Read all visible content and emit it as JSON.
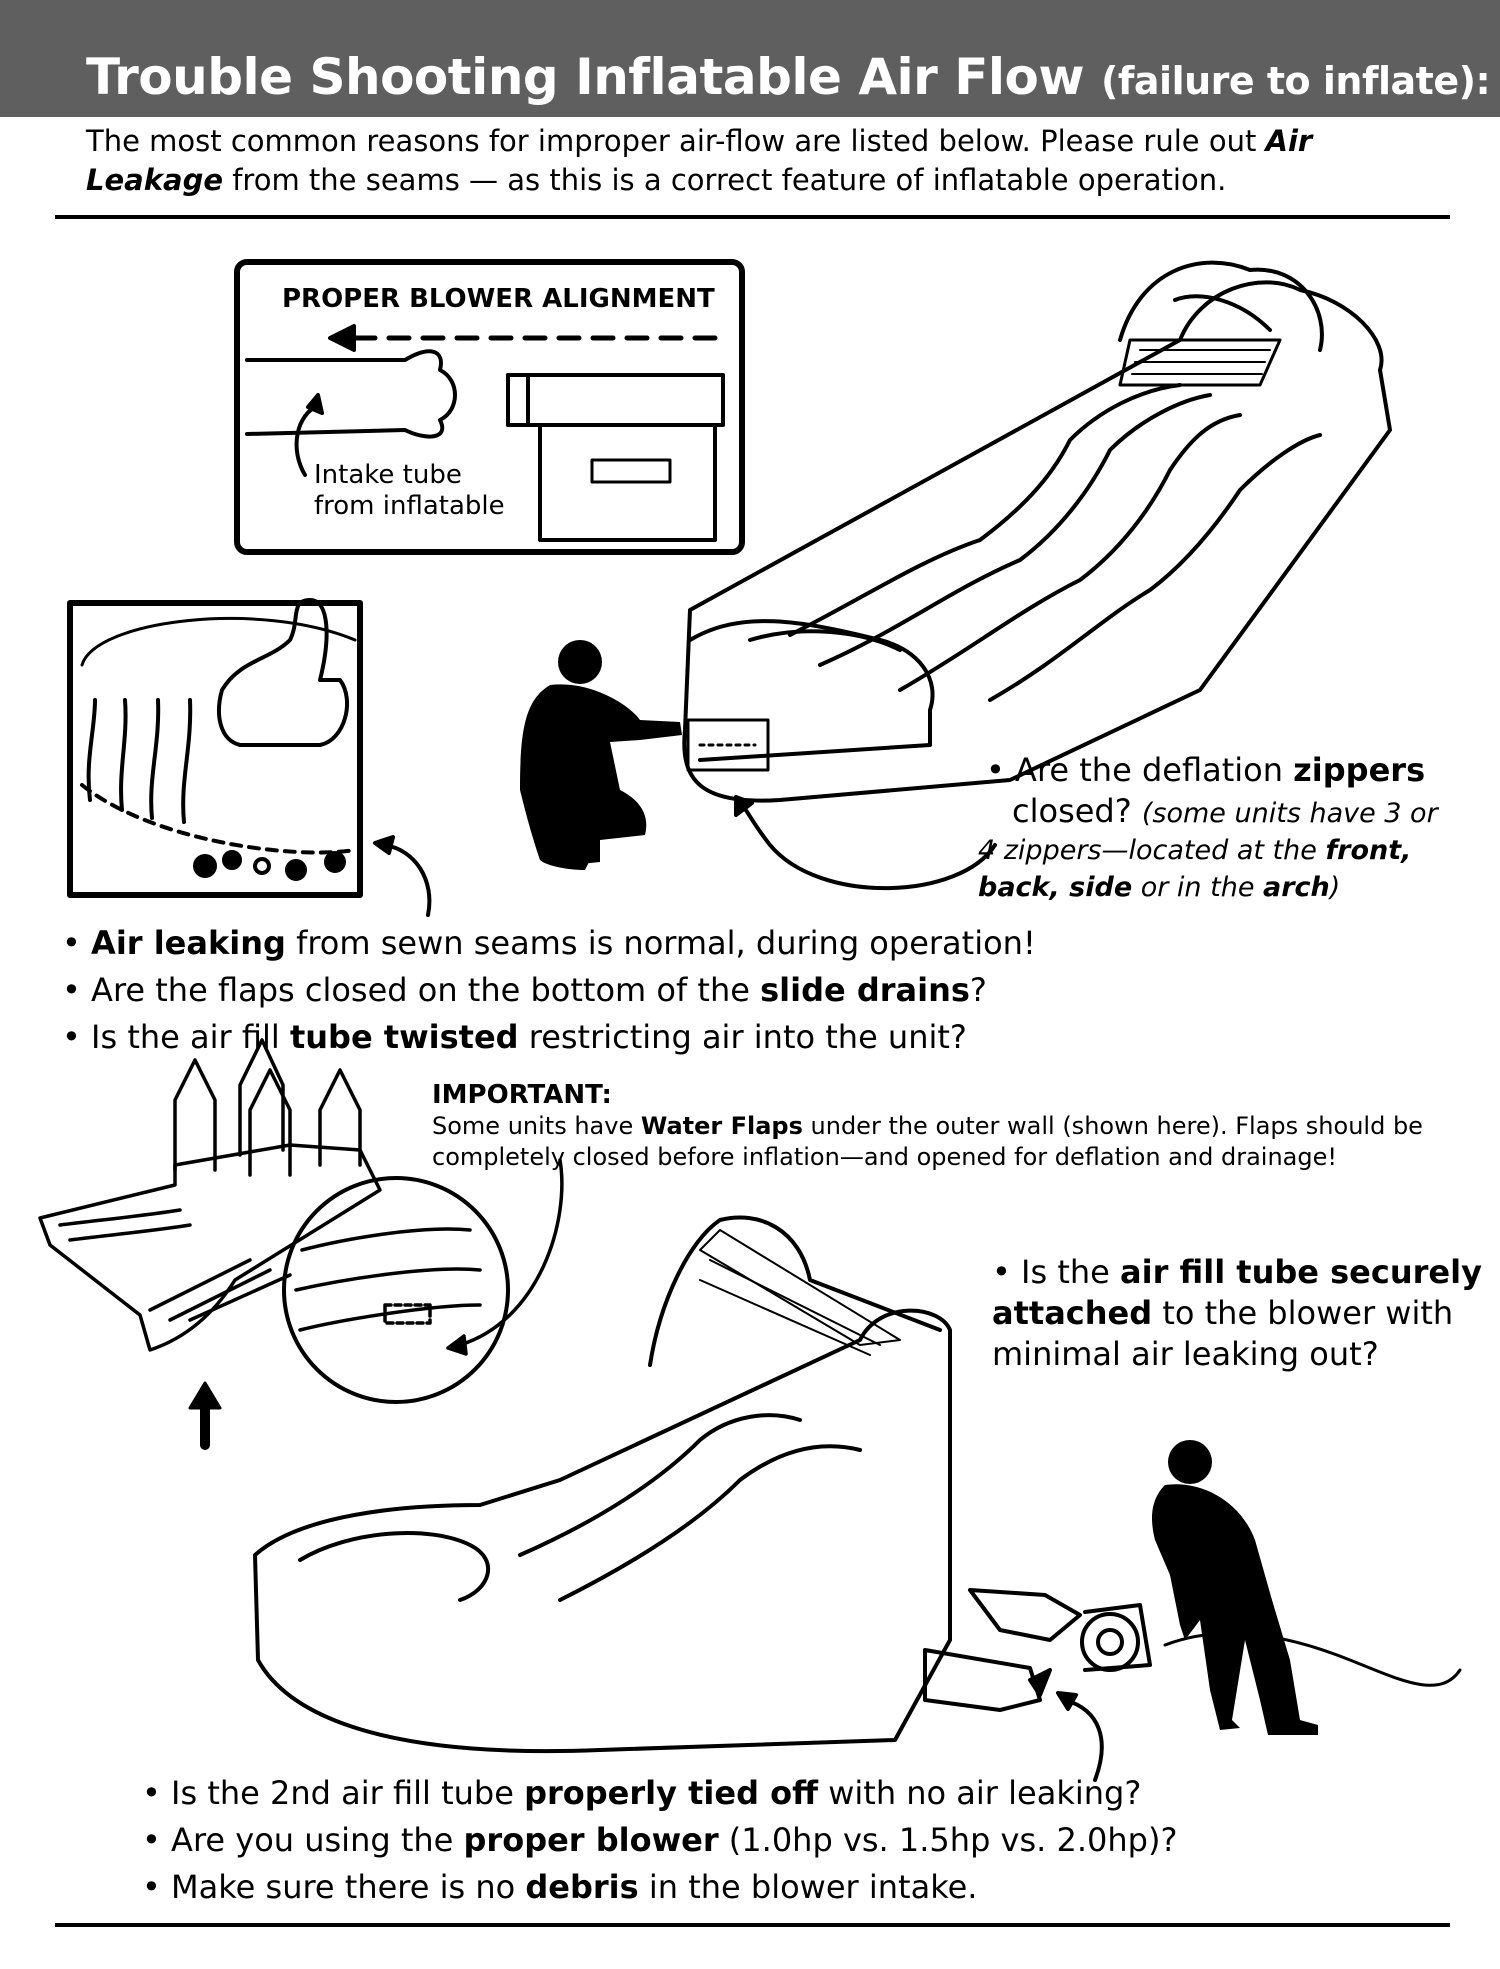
{
  "header": {
    "title_main": "Trouble Shooting Inflatable Air Flow",
    "title_sub": "(failure to inflate):"
  },
  "intro": {
    "text_1": "The most common reasons for improper air-flow are listed below. Please rule out ",
    "emphasis": "Air Leakage",
    "text_2": " from the seams — as this is a correct feature of inflatable operation."
  },
  "blower_alignment": {
    "title": "PROPER BLOWER ALIGNMENT",
    "intake_line1": "Intake tube",
    "intake_line2": "from inflatable"
  },
  "zippers": {
    "t1": "Are the deflation ",
    "b1": "zippers",
    "t2": "closed?",
    "note_1": "(some units have 3 or",
    "note_2": "4 zippers—located at the ",
    "note_b1": "front,",
    "note_b2": "back, side",
    "note_3": " or in the ",
    "note_b3": "arch",
    "note_4": ")"
  },
  "bullets_middle": [
    {
      "b": "Air leaking",
      "t": " from sewn seams is normal, during operation!"
    },
    {
      "p": "Are the flaps closed on the bottom of the ",
      "b": "slide drains",
      "t": "?"
    },
    {
      "p": "Is the air fill ",
      "b": "tube twisted",
      "t": " restricting air into the unit?"
    }
  ],
  "important": {
    "heading": "IMPORTANT:",
    "t1": "Some units have ",
    "b1": "Water Flaps",
    "t2": " under the outer wall (shown here).  Flaps should be completely closed before inflation—and opened for deflation and drainage!"
  },
  "attach": {
    "t1": "Is the ",
    "b1": "air fill tube securely attached",
    "t2": " to the blower with minimal air leaking out?"
  },
  "bullets_bottom": [
    {
      "p": "Is the 2nd air fill tube ",
      "b": "properly tied off",
      "t": " with no air leaking?"
    },
    {
      "p": "Are you using the ",
      "b": "proper blower",
      "t": " (1.0hp vs. 1.5hp vs. 2.0hp)?"
    },
    {
      "p": "Make sure there is no ",
      "b": "debris",
      "t": " in the blower intake."
    }
  ],
  "bullet_char": "•"
}
